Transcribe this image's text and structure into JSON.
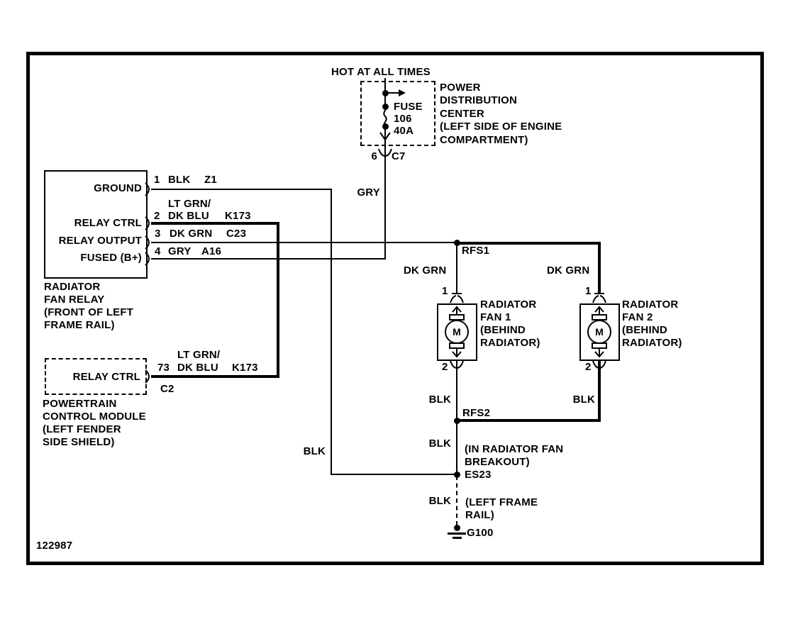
{
  "figure_number": "122987",
  "colors": {
    "line": "#000000",
    "background": "#ffffff"
  },
  "power": {
    "hot_label": "HOT AT ALL TIMES",
    "name": [
      "POWER",
      "DISTRIBUTION",
      "CENTER",
      "(LEFT SIDE OF ENGINE",
      "COMPARTMENT)"
    ],
    "fuse_name": "FUSE",
    "fuse_number": "106",
    "fuse_rating": "40A",
    "pin": "6",
    "connector": "C7",
    "wire_color": "GRY"
  },
  "relay": {
    "pin_functions": [
      "GROUND",
      "RELAY CTRL",
      "RELAY OUTPUT",
      "FUSED (B+)"
    ],
    "pins": [
      {
        "num": "1",
        "wire": "BLK",
        "circuit": "Z1"
      },
      {
        "num": "2",
        "wire_top": "LT GRN/",
        "wire": "DK BLU",
        "circuit": "K173"
      },
      {
        "num": "3",
        "wire": "DK GRN",
        "circuit": "C23"
      },
      {
        "num": "4",
        "wire": "GRY",
        "circuit": "A16"
      }
    ],
    "name": [
      "RADIATOR",
      "FAN RELAY",
      "(FRONT OF LEFT",
      "FRAME RAIL)"
    ]
  },
  "pcm": {
    "pin_function": "RELAY CTRL",
    "pin": "73",
    "connector": "C2",
    "wire_top": "LT GRN/",
    "wire": "DK BLU",
    "circuit": "K173",
    "name": [
      "POWERTRAIN",
      "CONTROL MODULE",
      "(LEFT FENDER",
      "SIDE SHIELD)"
    ]
  },
  "ground_path": {
    "wire_color": "BLK"
  },
  "splices": {
    "rfs1": "RFS1",
    "rfs2": "RFS2",
    "es23": "ES23",
    "rfs2_wire": "BLK",
    "es23_location": [
      "(IN RADIATOR FAN",
      "BREAKOUT)"
    ]
  },
  "fan1": {
    "supply_wire": "DK GRN",
    "pin_top": "1",
    "pin_bottom": "2",
    "motor": "M",
    "ground_wire": "BLK",
    "name": [
      "RADIATOR",
      "FAN 1",
      "(BEHIND",
      "RADIATOR)"
    ]
  },
  "fan2": {
    "supply_wire": "DK GRN",
    "pin_top": "1",
    "pin_bottom": "2",
    "motor": "M",
    "ground_wire": "BLK",
    "name": [
      "RADIATOR",
      "FAN 2",
      "(BEHIND",
      "RADIATOR)"
    ]
  },
  "ground": {
    "label": "G100",
    "wire_color": "BLK",
    "location": [
      "(LEFT FRAME",
      "RAIL)"
    ]
  }
}
